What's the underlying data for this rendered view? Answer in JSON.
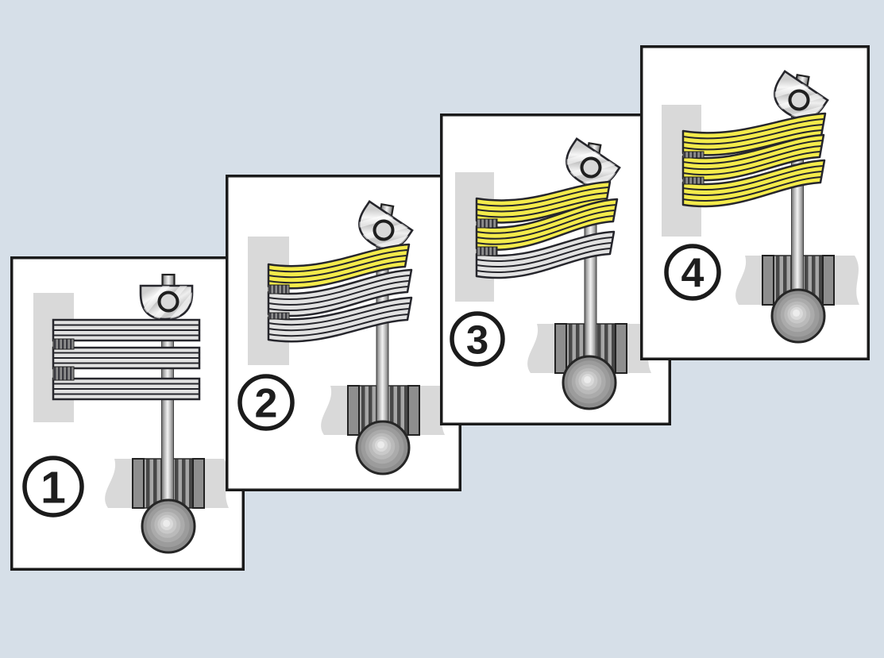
{
  "figure": {
    "kind": "stepwise-diagram",
    "panel_count": 4,
    "bands_per_panel": 3
  },
  "colors": {
    "background": "#d6dfe8",
    "card_bg": "#ffffff",
    "card_border": "#1b1b1b",
    "ink": "#26262c",
    "anchor_gray": "#d9d9d9",
    "membrane_gray": "#d9d9d9",
    "band_gray": "#e2e2e2",
    "band_yellow": "#f4eb4b",
    "clamp_bar": "#8e8e8e",
    "clamp_stripe_dark": "#474747",
    "clamp_stripe_light": "#a6a6a6",
    "hatch_dark": "#3a3a40",
    "hatch_light": "#8f8f8f",
    "badge_fill": "#ffffff",
    "digit": "#1e1e1e",
    "ball_rings": [
      "#8d8d8d",
      "#9c9c9c",
      "#ababab",
      "#bababa",
      "#c9c9c9",
      "#dadada",
      "#ececec"
    ]
  },
  "panels": [
    {
      "label": "1",
      "contracted_bands": 0,
      "total_bands": 3,
      "band_colors": [
        "gray",
        "gray",
        "gray"
      ]
    },
    {
      "label": "2",
      "contracted_bands": 1,
      "total_bands": 3,
      "band_colors": [
        "yellow",
        "gray",
        "gray"
      ]
    },
    {
      "label": "3",
      "contracted_bands": 2,
      "total_bands": 3,
      "band_colors": [
        "yellow",
        "yellow",
        "gray"
      ]
    },
    {
      "label": "4",
      "contracted_bands": 3,
      "total_bands": 3,
      "band_colors": [
        "yellow",
        "yellow",
        "yellow"
      ]
    }
  ]
}
